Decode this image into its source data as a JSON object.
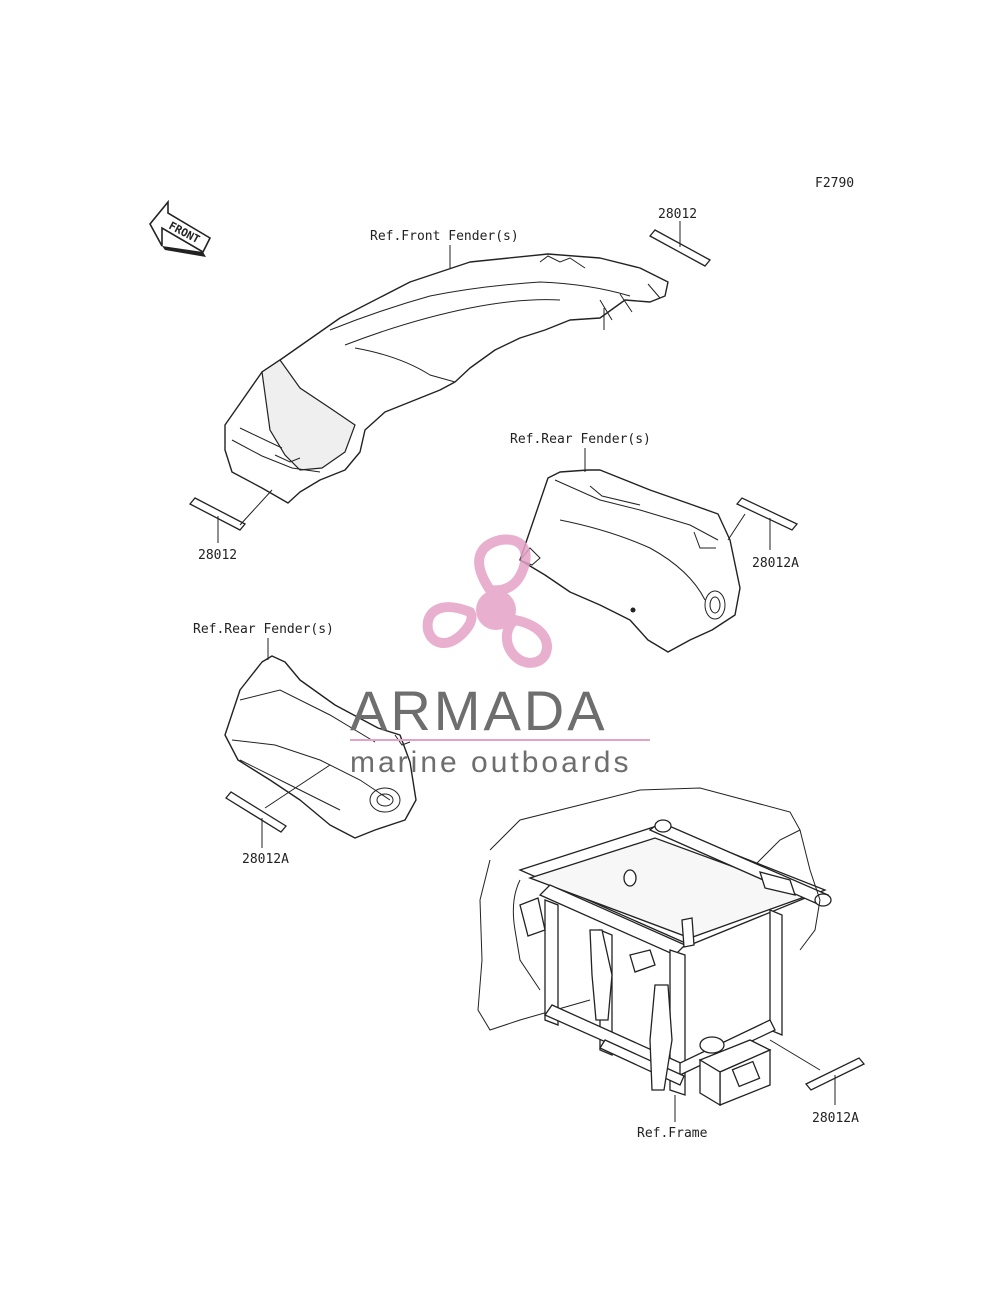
{
  "diagram_code": "F2790",
  "front_arrow_label": "FRONT",
  "labels": {
    "part_top": "28012",
    "ref_front_fender": "Ref.Front Fender(s)",
    "part_left": "28012",
    "ref_rear_fender_right": "Ref.Rear Fender(s)",
    "part_right": "28012A",
    "ref_rear_fender_left": "Ref.Rear Fender(s)",
    "part_left_lower": "28012A",
    "part_frame": "28012A",
    "ref_frame": "Ref.Frame"
  },
  "watermark": {
    "brand": "ARMADA",
    "tagline": "marine outboards",
    "logo_icon": "propeller-icon",
    "logo_color": "#e4a2c6",
    "text_color": "#6e6e6e"
  }
}
